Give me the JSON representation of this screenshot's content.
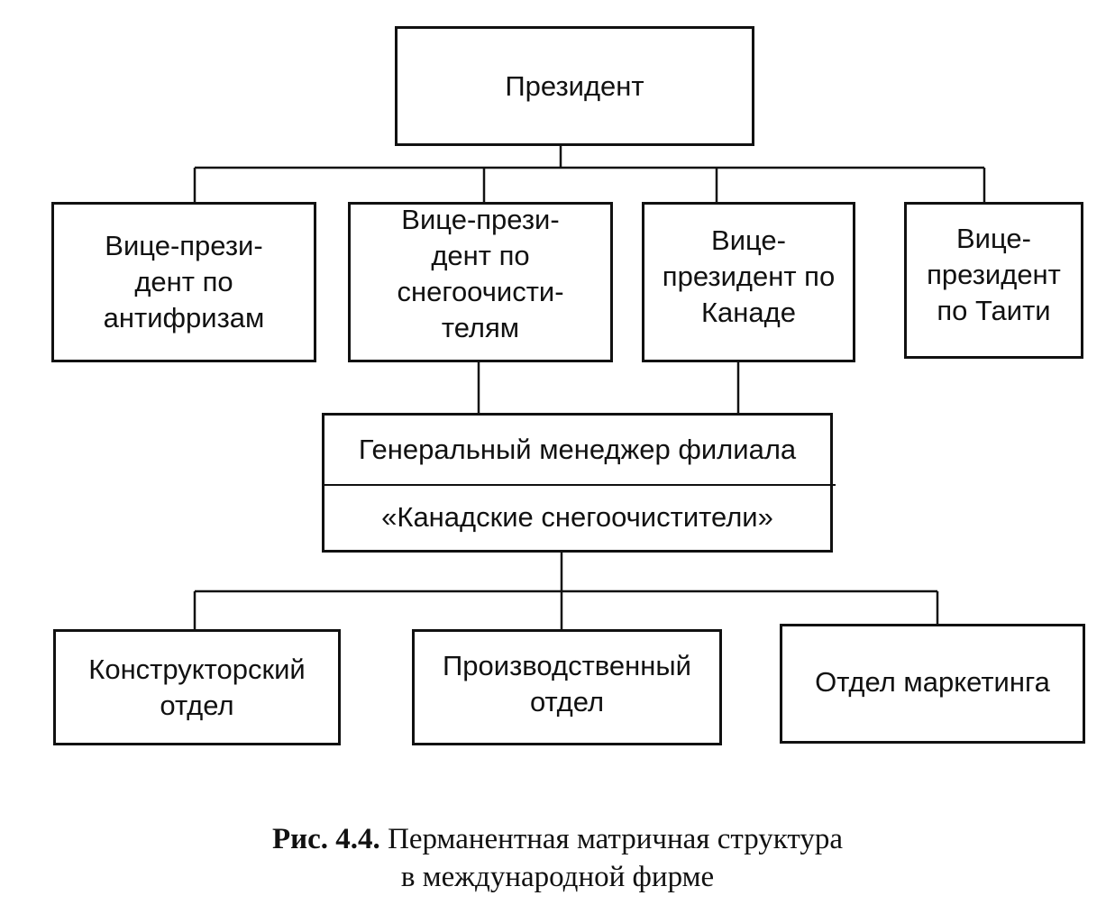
{
  "diagram": {
    "president": "Президент",
    "vice_presidents": [
      "Вице-прези-\nдент по\nантифризам",
      "Вице-прези-\nдент по\nснегоочисти-\nтелям",
      "Вице-\nпрезидент по\nКанаде",
      "Вице-\nпрезидент\nпо Таити"
    ],
    "general_manager": {
      "line1": "Генеральный менеджер филиала",
      "line2": "«Канадские снегоочистители»"
    },
    "departments": [
      "Конструкторский\nотдел",
      "Производственный\nотдел",
      "Отдел маркетинга"
    ]
  },
  "caption": {
    "label": "Рис. 4.4.",
    "text_line1": "Перманентная матричная структура",
    "text_line2": "в международной фирме"
  }
}
